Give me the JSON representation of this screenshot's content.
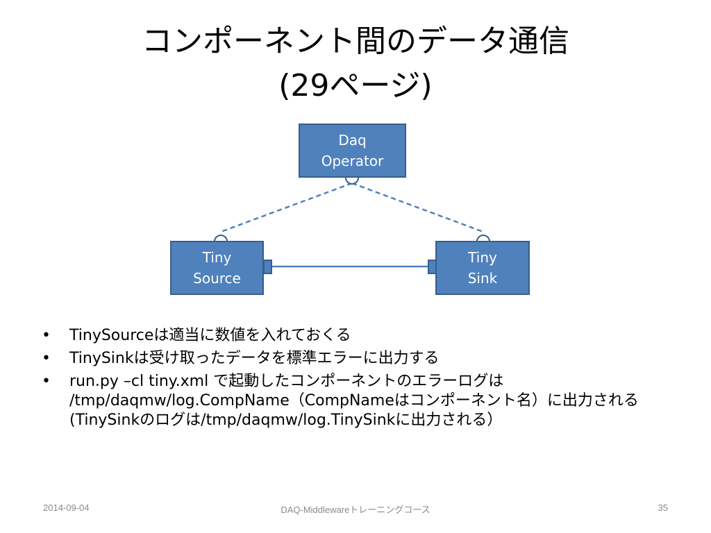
{
  "slide": {
    "title_line1": "コンポーネント間のデータ通信",
    "title_line2": "(29ページ)"
  },
  "diagram": {
    "operator_line1": "Daq",
    "operator_line2": "Operator",
    "source_line1": "Tiny",
    "source_line2": "Source",
    "sink_line1": "Tiny",
    "sink_line2": "Sink",
    "box_fill": "#4f81bd",
    "box_border": "#385d8a",
    "connector_color": "#4f81bd"
  },
  "bullets": [
    {
      "marker": "•",
      "text": "TinySourceは適当に数値を入れておくる"
    },
    {
      "marker": "•",
      "text": "TinySinkは受け取ったデータを標準エラーに出力する"
    },
    {
      "marker": "•",
      "text": "run.py –cl tiny.xml で起動したコンポーネントのエラーログは /tmp/daqmw/log.CompName（CompNameはコンポーネント名）に出力される(TinySinkのログは/tmp/daqmw/log.TinySinkに出力される）"
    }
  ],
  "footer": {
    "date": "2014-09-04",
    "course": "DAQ-Middlewareトレーニングコース",
    "page": "35"
  }
}
